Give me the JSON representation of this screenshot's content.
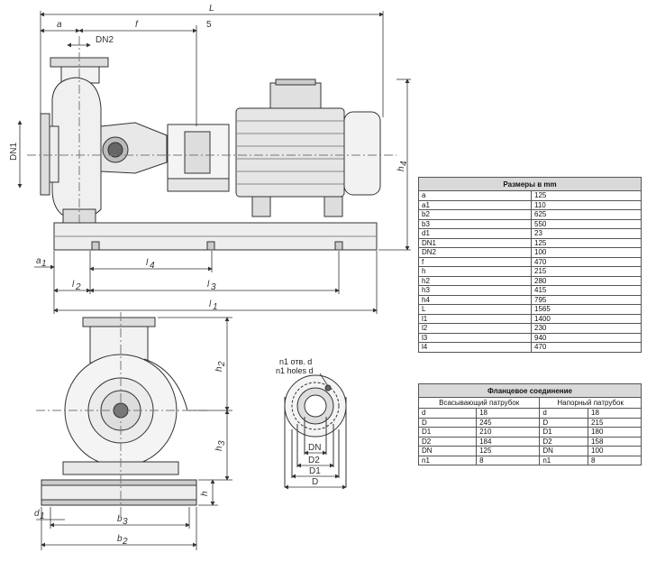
{
  "labels": {
    "L": "L",
    "a": "a",
    "f": "f",
    "DN2": "DN2",
    "s": "5",
    "DN1": "DN1",
    "h4": "h",
    "h4sub": "4",
    "a1": "a",
    "a1sub": "1",
    "l4": "l",
    "l4sub": "4",
    "l2": "l",
    "l2sub": "2",
    "l3": "l",
    "l3sub": "3",
    "l1": "l",
    "l1sub": "1",
    "h2": "h",
    "h2sub": "2",
    "h3": "h",
    "h3sub": "3",
    "h": "h",
    "d1": "d",
    "d1sub": "1",
    "b3": "b",
    "b3sub": "3",
    "b2": "b",
    "b2sub": "2",
    "n1_ru": "n1 отв. d",
    "n1_en": "n1 holes d",
    "DN": "DN",
    "D2": "D2",
    "D1": "D1",
    "D": "D"
  },
  "dims_table": {
    "title": "Размеры в mm",
    "rows": [
      [
        "a",
        "125"
      ],
      [
        "a1",
        "110"
      ],
      [
        "b2",
        "625"
      ],
      [
        "b3",
        "550"
      ],
      [
        "d1",
        "23"
      ],
      [
        "DN1",
        "125"
      ],
      [
        "DN2",
        "100"
      ],
      [
        "f",
        "470"
      ],
      [
        "h",
        "215"
      ],
      [
        "h2",
        "280"
      ],
      [
        "h3",
        "415"
      ],
      [
        "h4",
        "795"
      ],
      [
        "L",
        "1565"
      ],
      [
        "l1",
        "1400"
      ],
      [
        "l2",
        "230"
      ],
      [
        "l3",
        "940"
      ],
      [
        "l4",
        "470"
      ]
    ]
  },
  "flange_table": {
    "title": "Фланцевое соединение",
    "col1": "Всасывающий патрубок",
    "col2": "Напорный патрубок",
    "rows": [
      [
        "d",
        "18",
        "d",
        "18"
      ],
      [
        "D",
        "245",
        "D",
        "215"
      ],
      [
        "D1",
        "210",
        "D1",
        "180"
      ],
      [
        "D2",
        "184",
        "D2",
        "158"
      ],
      [
        "DN",
        "125",
        "DN",
        "100"
      ],
      [
        "n1",
        "8",
        "n1",
        "8"
      ]
    ]
  }
}
